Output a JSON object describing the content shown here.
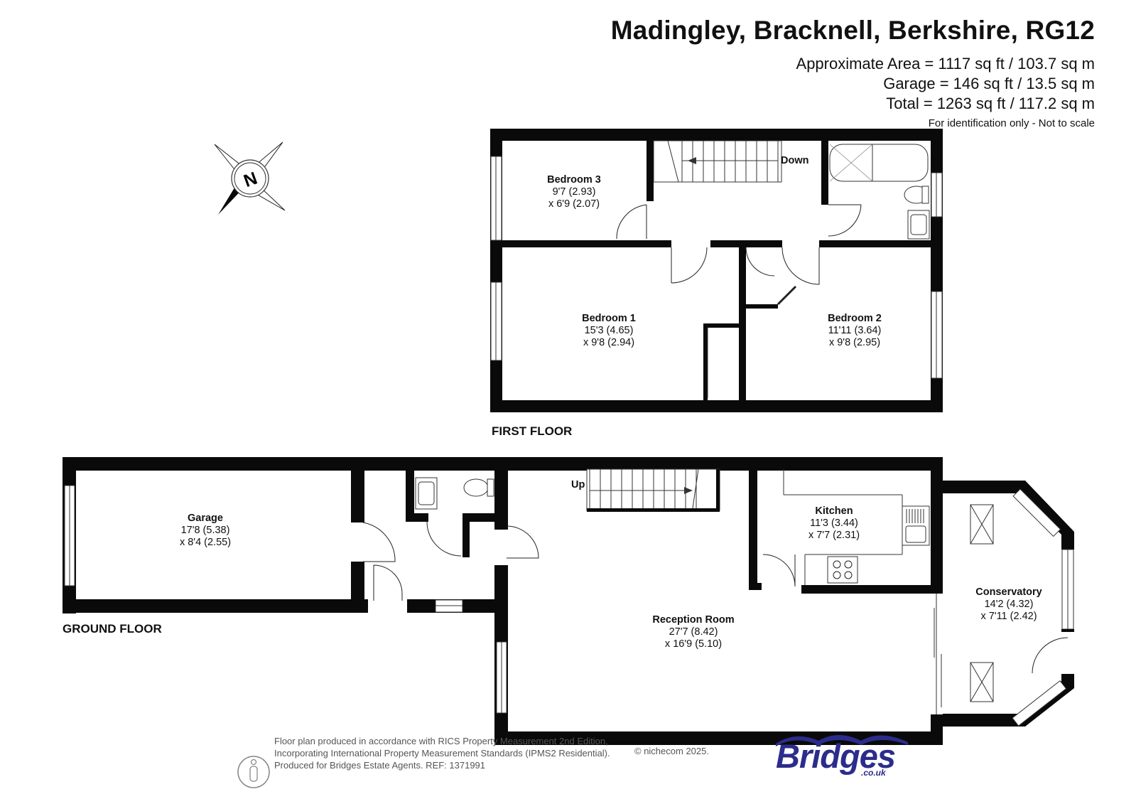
{
  "header": {
    "title": "Madingley, Bracknell, Berkshire, RG12",
    "approx_area": "Approximate Area = 1117 sq ft / 103.7 sq m",
    "garage_area": "Garage = 146 sq ft / 13.5 sq m",
    "total_area": "Total = 1263 sq ft / 117.2 sq m",
    "note": "For identification only - Not to scale"
  },
  "compass": {
    "letter": "N"
  },
  "first_floor": {
    "label": "FIRST FLOOR",
    "stairs_label": "Down",
    "rooms": {
      "bedroom3": {
        "name": "Bedroom 3",
        "dim1": "9'7 (2.93)",
        "dim2": "x 6'9 (2.07)"
      },
      "bedroom1": {
        "name": "Bedroom 1",
        "dim1": "15'3 (4.65)",
        "dim2": "x 9'8 (2.94)"
      },
      "bedroom2": {
        "name": "Bedroom 2",
        "dim1": "11'11 (3.64)",
        "dim2": "x 9'8 (2.95)"
      }
    }
  },
  "ground_floor": {
    "label": "GROUND FLOOR",
    "stairs_label": "Up",
    "rooms": {
      "garage": {
        "name": "Garage",
        "dim1": "17'8 (5.38)",
        "dim2": "x 8'4 (2.55)"
      },
      "kitchen": {
        "name": "Kitchen",
        "dim1": "11'3 (3.44)",
        "dim2": "x 7'7 (2.31)"
      },
      "reception": {
        "name": "Reception Room",
        "dim1": "27'7 (8.42)",
        "dim2": "x 16'9 (5.10)"
      },
      "conservatory": {
        "name": "Conservatory",
        "dim1": "14'2 (4.32)",
        "dim2": "x 7'11 (2.42)"
      }
    }
  },
  "footer": {
    "line1": "Floor plan produced in accordance with RICS Property Measurement 2nd Edition,",
    "line2": "Incorporating International Property Measurement Standards (IPMS2 Residential).",
    "line3": "Produced for Bridges Estate Agents.    REF: 1371991",
    "copyright": "© nichecom 2025."
  },
  "logo": {
    "name": "Bridges",
    "sub": ".co.uk",
    "color": "#2c2c8c"
  }
}
